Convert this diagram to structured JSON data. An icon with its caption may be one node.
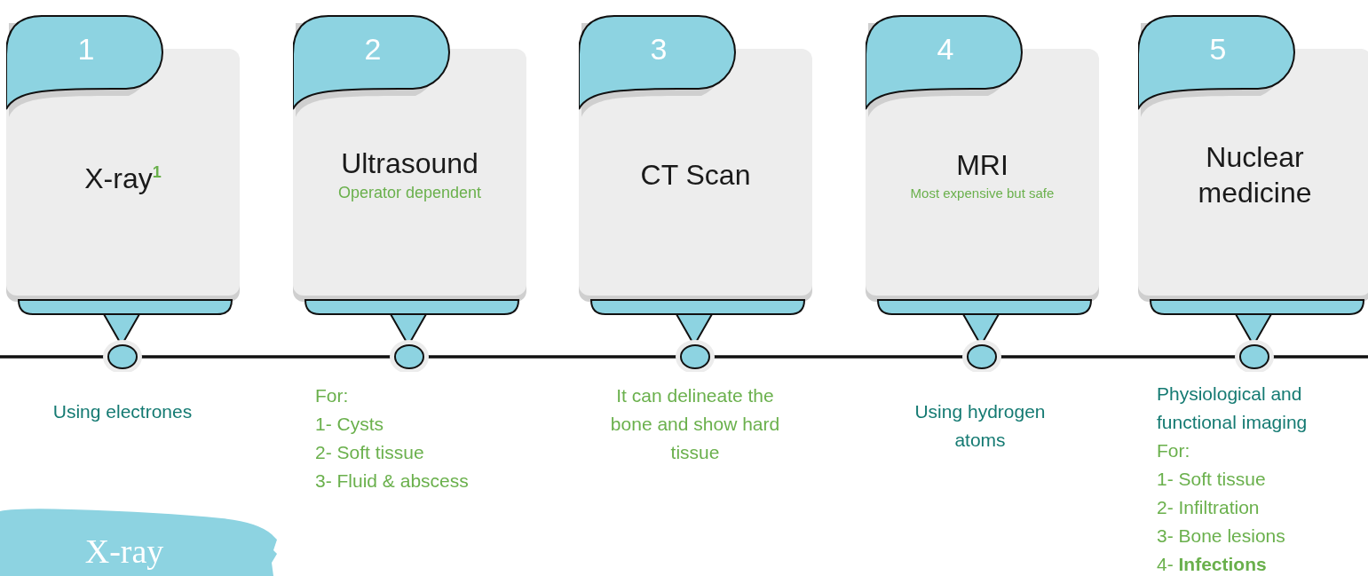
{
  "diagram": {
    "nodes": [
      {
        "text": [
          "1",
          "X-ray$^{1}$"
        ],
        "beside": [
          "Using electrones"
        ]
      },
      {
        "text": [
          "2",
          "Ultrasound",
          "Operator dependent"
        ],
        "beside": [
          "For:",
          "1- Cysts",
          "2- Soft tissue",
          "3- Fluid & abscess"
        ]
      },
      {
        "text": [
          "3",
          "CT Scan"
        ],
        "beside": [
          "It can delineate the bone and show hard tissue"
        ]
      },
      {
        "text": [
          "4",
          "MRI",
          "Most expensive but safe"
        ],
        "beside": [
          "Using hydrogen atoms"
        ]
      },
      {
        "text": [
          "5",
          "Nuclear medicine"
        ],
        "beside": [
          "Physiological and functional imaging",
          "For:",
          "1- Soft tissue",
          "2- Infiltration",
          "3- Bone lesions",
          "4- **Infections**"
        ]
      },
      {
        "text": [
          "X-ray"
        ]
      }
    ],
    "edges": []
  }
}
